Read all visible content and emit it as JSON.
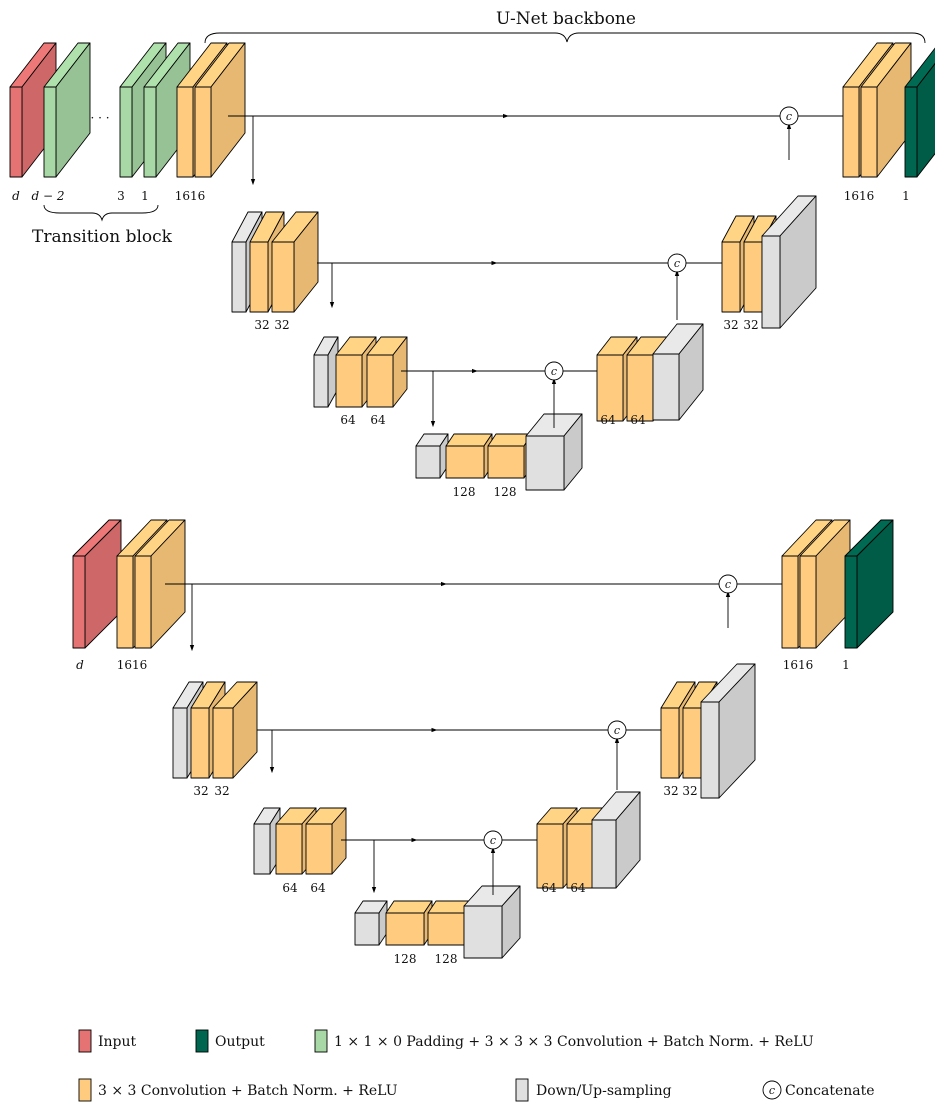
{
  "header": {
    "backbone_label": "U-Net backbone",
    "transition_label": "Transition block",
    "dots": "· · ·"
  },
  "top_net": {
    "input_labels": [
      "d",
      "d − 2",
      "3",
      "1"
    ],
    "enc1": [
      "16",
      "16"
    ],
    "enc2": [
      "32",
      "32"
    ],
    "enc3": [
      "64",
      "64"
    ],
    "bottleneck": [
      "128",
      "128"
    ],
    "dec3": [
      "64",
      "64"
    ],
    "dec2": [
      "32",
      "32"
    ],
    "dec1": [
      "16",
      "16"
    ],
    "output_label": "1"
  },
  "bottom_net": {
    "input_label": "d",
    "enc1": [
      "16",
      "16"
    ],
    "enc2": [
      "32",
      "32"
    ],
    "enc3": [
      "64",
      "64"
    ],
    "bottleneck": [
      "128",
      "128"
    ],
    "dec3": [
      "64",
      "64"
    ],
    "dec2": [
      "32",
      "32"
    ],
    "dec1": [
      "16",
      "16"
    ],
    "output_label": "1"
  },
  "concat_symbol": "c",
  "legend": {
    "input": "Input",
    "output": "Output",
    "transition": "1 × 1 × 0 Padding + 3 × 3 × 3 Convolution + Batch Norm. + ReLU",
    "conv": "3 × 3 Convolution + Batch Norm. + ReLU",
    "sampling": "Down/Up-sampling",
    "concatenate": "Concatenate"
  },
  "colors": {
    "input": "#e57373",
    "output": "#00664f",
    "transition": "#a8d8a5",
    "conv": "#ffcc7f",
    "sampling": "#e0e0e0"
  }
}
